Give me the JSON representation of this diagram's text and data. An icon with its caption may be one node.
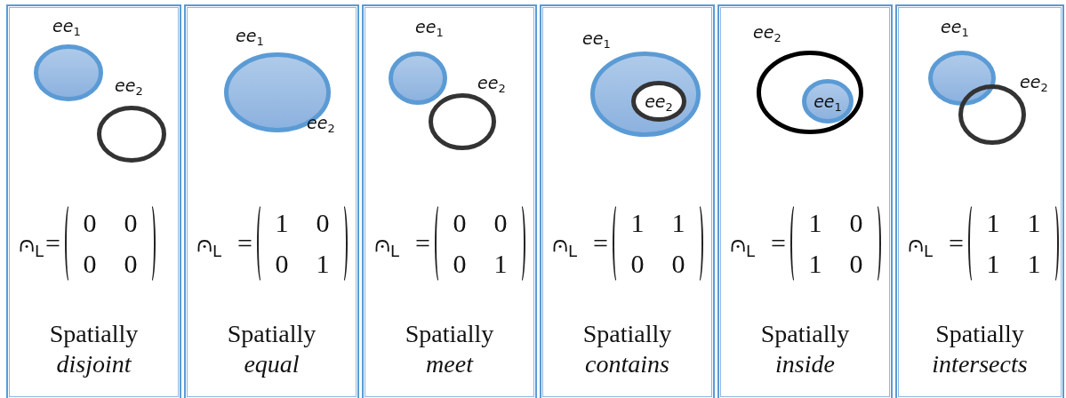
{
  "diagram": {
    "nodes": [
      {
        "text": [
          "⩀$_{L}$",
          "=",
          "0",
          "0",
          "0",
          "0",
          "Spatially *disjoint*"
        ]
      },
      {
        "text": [],
        "shape": "circle",
        "in": 0,
        "beside": [
          "*ee*$_{1}$"
        ]
      },
      {
        "text": [],
        "shape": "circle",
        "in": 0,
        "beside": [
          "*ee*$_{2}$"
        ]
      },
      {
        "text": [
          "⩀$_{L}$",
          "=",
          "1",
          "0",
          "0",
          "1",
          "Spatially *equal*"
        ]
      },
      {
        "text": [],
        "shape": "circle",
        "in": 3,
        "beside": [
          "*ee*$_{1}$",
          "*ee*$_{2}$"
        ]
      },
      {
        "text": [
          "⩀$_{L}$",
          "=",
          "0",
          "0",
          "0",
          "1",
          "Spatially *meet*"
        ]
      },
      {
        "text": [],
        "shape": "circle",
        "in": 5,
        "beside": [
          "*ee*$_{1}$"
        ]
      },
      {
        "text": [],
        "shape": "circle",
        "in": 5,
        "beside": [
          "*ee*$_{2}$"
        ]
      },
      {
        "text": [
          "⩀$_{L}$",
          "=",
          "1",
          "1",
          "0",
          "0",
          "Spatially *contains*"
        ]
      },
      {
        "text": [],
        "shape": "circle",
        "in": 8,
        "beside": [
          "*ee*$_{1}$"
        ]
      },
      {
        "text": [
          "*ee*$_{2}$"
        ],
        "in": 9
      },
      {
        "text": [
          "⩀$_{L}$",
          "=",
          "1",
          "0",
          "1",
          "0",
          "Spatially *inside*"
        ]
      },
      {
        "text": [],
        "shape": "circle",
        "in": 11,
        "beside": [
          "*ee*$_{2}$"
        ]
      },
      {
        "text": [
          "*ee*$_{1}$"
        ],
        "in": 12
      },
      {
        "text": [
          "⩀$_{L}$",
          "=",
          "1",
          "1",
          "1",
          "1",
          "Spatially *intersects*"
        ]
      },
      {
        "text": [],
        "shape": "circle",
        "in": 14,
        "beside": [
          "*ee*$_{1}$"
        ]
      },
      {
        "text": [],
        "shape": "circle",
        "in": 14,
        "beside": [
          "*ee*$_{2}$"
        ]
      }
    ]
  }
}
